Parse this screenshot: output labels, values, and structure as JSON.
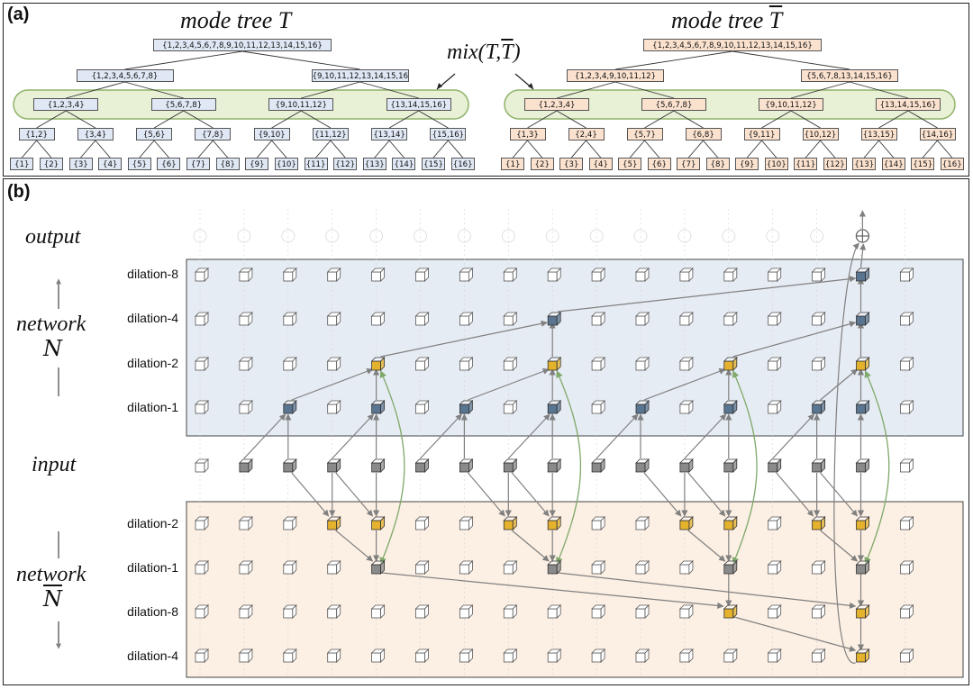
{
  "panel_a": {
    "label": "(a)",
    "title_left": "mode tree T",
    "title_right_prefix": "mode tree ",
    "title_right_sym": "T",
    "mix_label": "mix(T,T)",
    "tree_left": [
      [
        "{1,2,3,4,5,6,7,8,9,10,11,12,13,14,15,16}"
      ],
      [
        "{1,2,3,4,5,6,7,8}",
        "{9,10,11,12,13,14,15,16}"
      ],
      [
        "{1,2,3,4}",
        "{5,6,7,8}",
        "{9,10,11,12}",
        "{13,14,15,16}"
      ],
      [
        "{1,2}",
        "{3,4}",
        "{5,6}",
        "{7,8}",
        "{9,10}",
        "{11,12}",
        "{13,14}",
        "{15,16}"
      ],
      [
        "{1}",
        "{2}",
        "{3}",
        "{4}",
        "{5}",
        "{6}",
        "{7}",
        "{8}",
        "{9}",
        "{10}",
        "{11}",
        "{12}",
        "{13}",
        "{14}",
        "{15}",
        "{16}"
      ]
    ],
    "tree_right": [
      [
        "{1,2,3,4,5,6,7,8,9,10,11,12,13,14,15,16}"
      ],
      [
        "{1,2,3,4,9,10,11,12}",
        "{5,6,7,8,13,14,15,16}"
      ],
      [
        "{1,2,3,4}",
        "{5,6,7,8}",
        "{9,10,11,12}",
        "{13,14,15,16}"
      ],
      [
        "{1,3}",
        "{2,4}",
        "{5,7}",
        "{6,8}",
        "{9,11}",
        "{10,12}",
        "{13,15}",
        "{14,16}"
      ],
      [
        "{1}",
        "{2}",
        "{3}",
        "{4}",
        "{5}",
        "{6}",
        "{7}",
        "{8}",
        "{9}",
        "{10}",
        "{11}",
        "{12}",
        "{13}",
        "{14}",
        "{15}",
        "{16}"
      ]
    ]
  },
  "panel_b": {
    "label": "(b)",
    "output_label": "output",
    "input_label": "input",
    "network_label": "network",
    "network_sym": "N",
    "rows_top": [
      "dilation-8",
      "dilation-4",
      "dilation-2",
      "dilation-1"
    ],
    "rows_bottom": [
      "dilation-2",
      "dilation-1",
      "dilation-8",
      "dilation-4"
    ],
    "colors": {
      "top_bg": "#e6ecf3",
      "bottom_bg": "#fcefe3",
      "blue_cube": "#5a7590",
      "gold_cube": "#e4b22c",
      "gray_cube": "#8a8a8a",
      "arrow_gray": "#808080",
      "arrow_green": "#7fa86a"
    }
  }
}
